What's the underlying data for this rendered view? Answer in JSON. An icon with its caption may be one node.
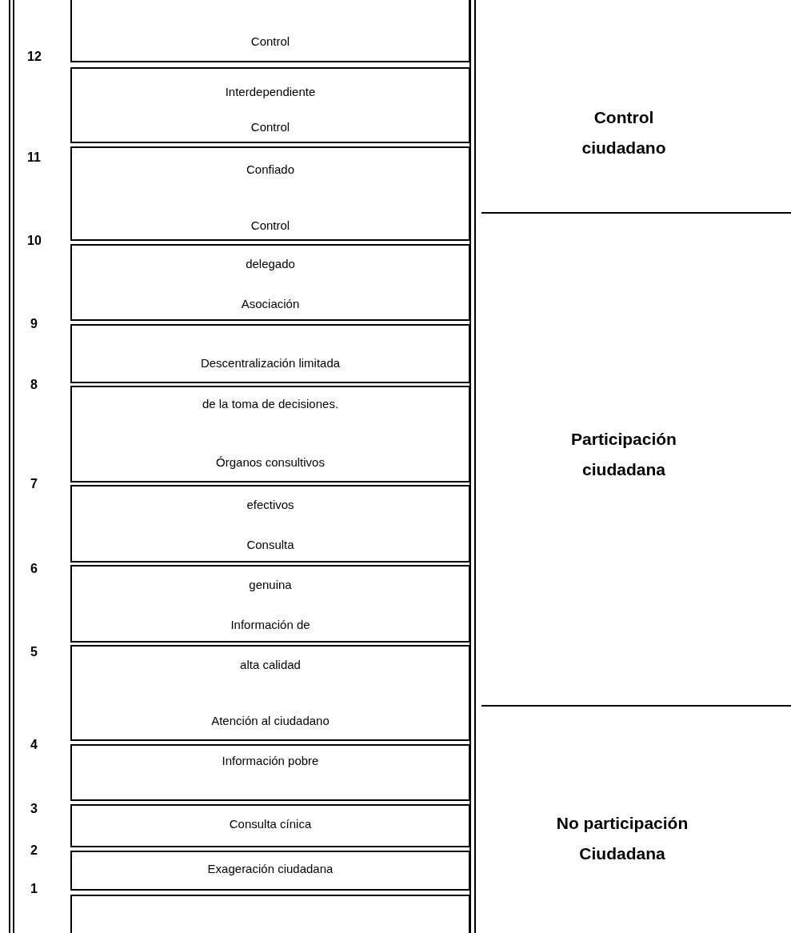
{
  "diagram": {
    "nodes": [
      {
        "text": [
          "Control"
        ]
      },
      {
        "text": [
          "Interdependiente",
          "Control"
        ]
      },
      {
        "text": [
          "Confiado",
          "Control"
        ]
      },
      {
        "text": [
          "delegado",
          "Asociación"
        ]
      },
      {
        "text": [
          "Descentralización limitada"
        ]
      },
      {
        "text": [
          "de la toma de decisiones.",
          "Órganos consultivos"
        ]
      },
      {
        "text": [
          "efectivos",
          "Consulta"
        ]
      },
      {
        "text": [
          "genuina",
          "Información de"
        ]
      },
      {
        "text": [
          "alta calidad",
          "Atención al ciudadano"
        ]
      },
      {
        "text": [
          "Información pobre"
        ]
      },
      {
        "text": [
          "Consulta cínica"
        ]
      },
      {
        "text": [
          "Exageración ciudadana"
        ]
      },
      {
        "text": [],
        "shape": "box"
      }
    ],
    "edges": [],
    "labels": [
      "12",
      "Control ciudadano",
      "11",
      "10",
      "9",
      "8",
      "Participación ciudadana",
      "7",
      "6",
      "5",
      "4",
      "3",
      "No participación Ciudadana",
      "2",
      "1"
    ]
  }
}
